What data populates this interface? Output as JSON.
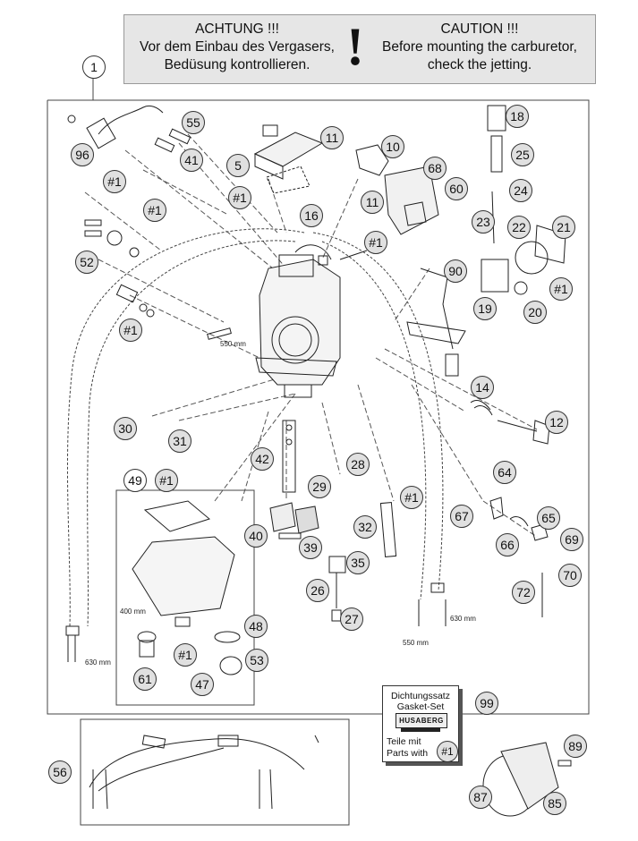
{
  "warning": {
    "de_line1": "ACHTUNG !!!",
    "de_line2": "Vor dem Einbau des Vergasers,",
    "de_line3": "Bedüsung kontrollieren.",
    "bang": "!",
    "en_line1": "CAUTION !!!",
    "en_line2": "Before mounting the carburetor,",
    "en_line3": "check the jetting."
  },
  "callouts": {
    "c1": "1",
    "c96": "96",
    "c55": "55",
    "c41": "41",
    "c_h1a": "#1",
    "c5": "5",
    "c_h1b": "#1",
    "c11a": "11",
    "c10": "10",
    "c11b": "11",
    "c68": "68",
    "c60": "60",
    "c16": "16",
    "c_h1c": "#1",
    "c_h1d": "#1",
    "c52": "52",
    "c_h1e": "#1",
    "c90": "90",
    "c18": "18",
    "c25": "25",
    "c24": "24",
    "c23": "23",
    "c22": "22",
    "c21": "21",
    "c_h1f": "#1",
    "c19": "19",
    "c20": "20",
    "c14": "14",
    "c12": "12",
    "c30": "30",
    "c31": "31",
    "c42": "42",
    "c28": "28",
    "c29": "29",
    "c49": "49",
    "c_h1g": "#1",
    "c64": "64",
    "c67": "67",
    "c65": "65",
    "c66": "66",
    "c69": "69",
    "c70": "70",
    "c_h1h": "#1",
    "c32": "32",
    "c40": "40",
    "c39": "39",
    "c35": "35",
    "c26": "26",
    "c27": "27",
    "c72": "72",
    "c48": "48",
    "c_h1i": "#1",
    "c53": "53",
    "c61": "61",
    "c47": "47",
    "c99": "99",
    "c56": "56",
    "c89": "89",
    "c87": "87",
    "c85": "85"
  },
  "dims": {
    "d550a": "550 mm",
    "d400": "400 mm",
    "d630a": "630 mm",
    "d550b": "550 mm",
    "d630b": "630 mm"
  },
  "gasket_set": {
    "line1": "Dichtungssatz",
    "line2": "Gasket-Set",
    "logo": "HUSABERG",
    "parts_line1": "Teile mit",
    "parts_line2": "Parts with",
    "ref": "#1"
  }
}
